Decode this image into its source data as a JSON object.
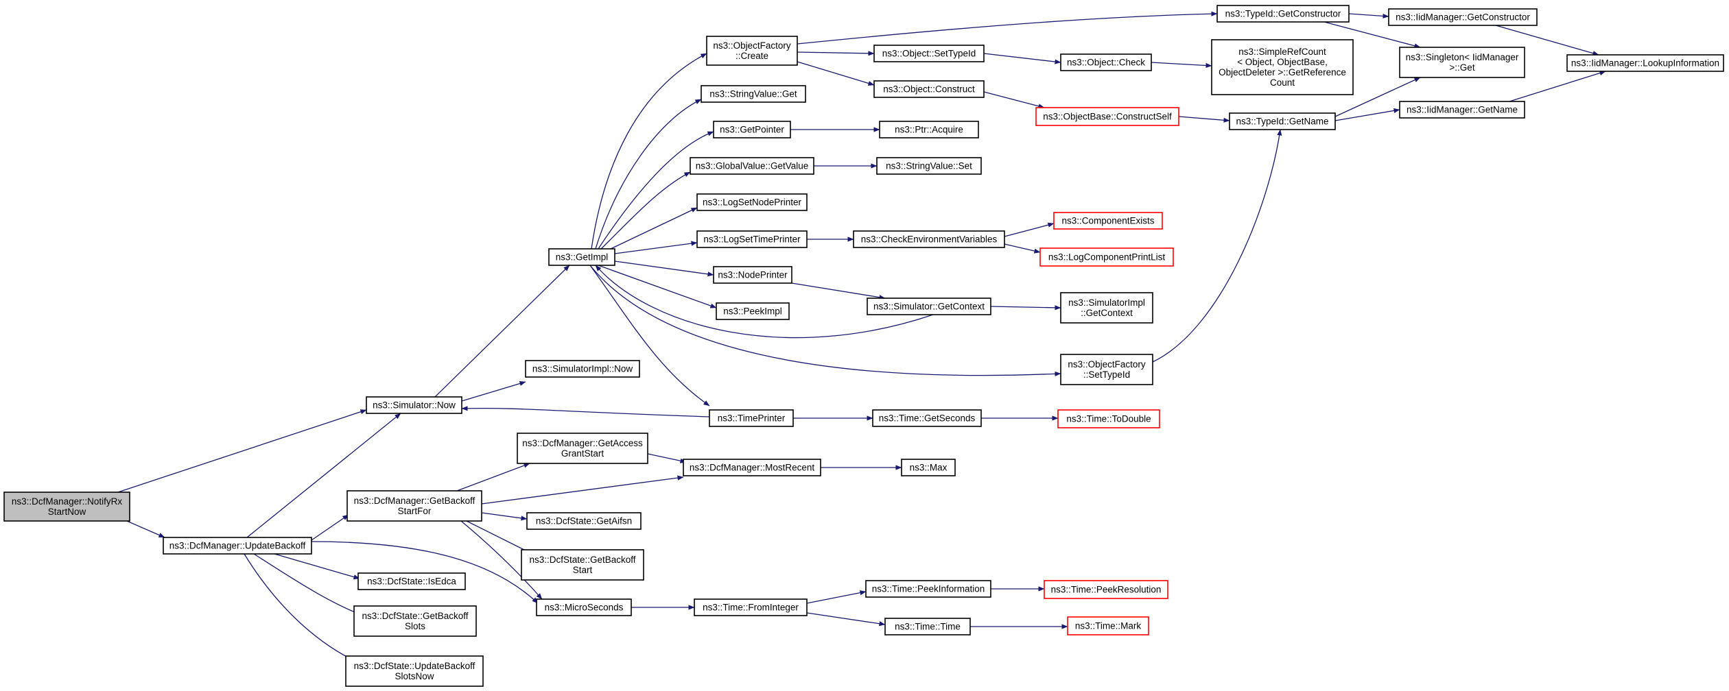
{
  "colors": {
    "edge": "#191970",
    "node_border": "#000000",
    "node_border_truncated": "#ff0000",
    "root_fill": "#bfbfbf",
    "node_fill": "#ffffff"
  },
  "nodes": [
    {
      "id": "notify",
      "lines": [
        "ns3::DcfManager::NotifyRx",
        "StartNow"
      ],
      "style": "root"
    },
    {
      "id": "update",
      "lines": [
        "ns3::DcfManager::UpdateBackoff"
      ],
      "style": "normal"
    },
    {
      "id": "simnow",
      "lines": [
        "ns3::Simulator::Now"
      ],
      "style": "normal"
    },
    {
      "id": "getimpl",
      "lines": [
        "ns3::GetImpl"
      ],
      "style": "normal"
    },
    {
      "id": "ofcreate",
      "lines": [
        "ns3::ObjectFactory",
        "::Create"
      ],
      "style": "normal"
    },
    {
      "id": "svget",
      "lines": [
        "ns3::StringValue::Get"
      ],
      "style": "normal"
    },
    {
      "id": "getptr",
      "lines": [
        "ns3::GetPointer"
      ],
      "style": "normal"
    },
    {
      "id": "gvget",
      "lines": [
        "ns3::GlobalValue::GetValue"
      ],
      "style": "normal"
    },
    {
      "id": "lognode",
      "lines": [
        "ns3::LogSetNodePrinter"
      ],
      "style": "normal"
    },
    {
      "id": "logtime",
      "lines": [
        "ns3::LogSetTimePrinter"
      ],
      "style": "normal"
    },
    {
      "id": "nodeprinter",
      "lines": [
        "ns3::NodePrinter"
      ],
      "style": "normal"
    },
    {
      "id": "peekimpl",
      "lines": [
        "ns3::PeekImpl"
      ],
      "style": "normal"
    },
    {
      "id": "timeprinter",
      "lines": [
        "ns3::TimePrinter"
      ],
      "style": "normal"
    },
    {
      "id": "settypeid",
      "lines": [
        "ns3::Object::SetTypeId"
      ],
      "style": "normal"
    },
    {
      "id": "construct",
      "lines": [
        "ns3::Object::Construct"
      ],
      "style": "normal"
    },
    {
      "id": "ptracq",
      "lines": [
        "ns3::Ptr::Acquire"
      ],
      "style": "normal"
    },
    {
      "id": "svset",
      "lines": [
        "ns3::StringValue::Set"
      ],
      "style": "normal"
    },
    {
      "id": "checkenv",
      "lines": [
        "ns3::CheckEnvironmentVariables"
      ],
      "style": "normal"
    },
    {
      "id": "simgetctx",
      "lines": [
        "ns3::Simulator::GetContext"
      ],
      "style": "normal"
    },
    {
      "id": "objcheck",
      "lines": [
        "ns3::Object::Check"
      ],
      "style": "normal"
    },
    {
      "id": "cbself",
      "lines": [
        "ns3::ObjectBase::ConstructSelf"
      ],
      "style": "truncated"
    },
    {
      "id": "compexists",
      "lines": [
        "ns3::ComponentExists"
      ],
      "style": "truncated"
    },
    {
      "id": "logcomplist",
      "lines": [
        "ns3::LogComponentPrintList"
      ],
      "style": "truncated"
    },
    {
      "id": "simimplctx",
      "lines": [
        "ns3::SimulatorImpl",
        "::GetContext"
      ],
      "style": "normal"
    },
    {
      "id": "ofsettypeid",
      "lines": [
        "ns3::ObjectFactory",
        "::SetTypeId"
      ],
      "style": "normal"
    },
    {
      "id": "simimplnow",
      "lines": [
        "ns3::SimulatorImpl::Now"
      ],
      "style": "normal"
    },
    {
      "id": "timegetsec",
      "lines": [
        "ns3::Time::GetSeconds"
      ],
      "style": "normal"
    },
    {
      "id": "timetodouble",
      "lines": [
        "ns3::Time::ToDouble"
      ],
      "style": "truncated"
    },
    {
      "id": "typeidgetctor",
      "lines": [
        "ns3::TypeId::GetConstructor"
      ],
      "style": "normal"
    },
    {
      "id": "typeidgetname",
      "lines": [
        "ns3::TypeId::GetName"
      ],
      "style": "normal"
    },
    {
      "id": "simplerefcount",
      "lines": [
        "ns3::SimpleRefCount",
        "< Object, ObjectBase,",
        "ObjectDeleter >::GetReference",
        "Count"
      ],
      "style": "normal"
    },
    {
      "id": "iidgetctor",
      "lines": [
        "ns3::IidManager::GetConstructor"
      ],
      "style": "normal"
    },
    {
      "id": "singleton",
      "lines": [
        "ns3::Singleton< IidManager",
        ">::Get"
      ],
      "style": "normal"
    },
    {
      "id": "iidgetname",
      "lines": [
        "ns3::IidManager::GetName"
      ],
      "style": "normal"
    },
    {
      "id": "iidlookup",
      "lines": [
        "ns3::IidManager::LookupInformation"
      ],
      "style": "normal"
    },
    {
      "id": "getaccess",
      "lines": [
        "ns3::DcfManager::GetAccess",
        "GrantStart"
      ],
      "style": "normal"
    },
    {
      "id": "mostrecent",
      "lines": [
        "ns3::DcfManager::MostRecent"
      ],
      "style": "normal"
    },
    {
      "id": "max",
      "lines": [
        "ns3::Max"
      ],
      "style": "normal"
    },
    {
      "id": "getbackoffstart",
      "lines": [
        "ns3::DcfManager::GetBackoff",
        "StartFor"
      ],
      "style": "normal"
    },
    {
      "id": "getaifsn",
      "lines": [
        "ns3::DcfState::GetAifsn"
      ],
      "style": "normal"
    },
    {
      "id": "dsgetbackoffstart",
      "lines": [
        "ns3::DcfState::GetBackoff",
        "Start"
      ],
      "style": "normal"
    },
    {
      "id": "isedca",
      "lines": [
        "ns3::DcfState::IsEdca"
      ],
      "style": "normal"
    },
    {
      "id": "getbackoffslots",
      "lines": [
        "ns3::DcfState::GetBackoff",
        "Slots"
      ],
      "style": "normal"
    },
    {
      "id": "updatebackoffslots",
      "lines": [
        "ns3::DcfState::UpdateBackoff",
        "SlotsNow"
      ],
      "style": "normal"
    },
    {
      "id": "microseconds",
      "lines": [
        "ns3::MicroSeconds"
      ],
      "style": "normal"
    },
    {
      "id": "fromint",
      "lines": [
        "ns3::Time::FromInteger"
      ],
      "style": "normal"
    },
    {
      "id": "peekinfo",
      "lines": [
        "ns3::Time::PeekInformation"
      ],
      "style": "normal"
    },
    {
      "id": "peekres",
      "lines": [
        "ns3::Time::PeekResolution"
      ],
      "style": "truncated"
    },
    {
      "id": "timetime",
      "lines": [
        "ns3::Time::Time"
      ],
      "style": "normal"
    },
    {
      "id": "timemark",
      "lines": [
        "ns3::Time::Mark"
      ],
      "style": "truncated"
    }
  ],
  "edges": [
    {
      "from": "notify",
      "to": "simnow"
    },
    {
      "from": "notify",
      "to": "update"
    },
    {
      "from": "update",
      "to": "simnow"
    },
    {
      "from": "update",
      "to": "getbackoffstart"
    },
    {
      "from": "update",
      "to": "isedca"
    },
    {
      "from": "update",
      "to": "getbackoffslots"
    },
    {
      "from": "update",
      "to": "updatebackoffslots"
    },
    {
      "from": "update",
      "to": "microseconds"
    },
    {
      "from": "simnow",
      "to": "getimpl"
    },
    {
      "from": "simnow",
      "to": "simimplnow"
    },
    {
      "from": "getimpl",
      "to": "ofcreate"
    },
    {
      "from": "getimpl",
      "to": "svget"
    },
    {
      "from": "getimpl",
      "to": "getptr"
    },
    {
      "from": "getimpl",
      "to": "gvget"
    },
    {
      "from": "getimpl",
      "to": "lognode"
    },
    {
      "from": "getimpl",
      "to": "logtime"
    },
    {
      "from": "getimpl",
      "to": "nodeprinter"
    },
    {
      "from": "getimpl",
      "to": "peekimpl"
    },
    {
      "from": "getimpl",
      "to": "timeprinter"
    },
    {
      "from": "getimpl",
      "to": "ofsettypeid"
    },
    {
      "from": "ofcreate",
      "to": "typeidgetctor"
    },
    {
      "from": "ofcreate",
      "to": "settypeid"
    },
    {
      "from": "ofcreate",
      "to": "construct"
    },
    {
      "from": "getptr",
      "to": "ptracq"
    },
    {
      "from": "gvget",
      "to": "svset"
    },
    {
      "from": "logtime",
      "to": "checkenv"
    },
    {
      "from": "nodeprinter",
      "to": "simgetctx"
    },
    {
      "from": "timeprinter",
      "to": "simnow"
    },
    {
      "from": "timeprinter",
      "to": "timegetsec"
    },
    {
      "from": "settypeid",
      "to": "objcheck"
    },
    {
      "from": "construct",
      "to": "cbself"
    },
    {
      "from": "objcheck",
      "to": "simplerefcount"
    },
    {
      "from": "cbself",
      "to": "typeidgetname"
    },
    {
      "from": "checkenv",
      "to": "compexists"
    },
    {
      "from": "checkenv",
      "to": "logcomplist"
    },
    {
      "from": "simgetctx",
      "to": "getimpl"
    },
    {
      "from": "simgetctx",
      "to": "simimplctx"
    },
    {
      "from": "ofsettypeid",
      "to": "typeidgetname"
    },
    {
      "from": "timegetsec",
      "to": "timetodouble"
    },
    {
      "from": "typeidgetctor",
      "to": "iidgetctor"
    },
    {
      "from": "typeidgetctor",
      "to": "singleton"
    },
    {
      "from": "typeidgetname",
      "to": "singleton"
    },
    {
      "from": "typeidgetname",
      "to": "iidgetname"
    },
    {
      "from": "iidgetctor",
      "to": "iidlookup"
    },
    {
      "from": "iidgetname",
      "to": "iidlookup"
    },
    {
      "from": "getbackoffstart",
      "to": "getaccess"
    },
    {
      "from": "getbackoffstart",
      "to": "mostrecent"
    },
    {
      "from": "getbackoffstart",
      "to": "getaifsn"
    },
    {
      "from": "getbackoffstart",
      "to": "dsgetbackoffstart"
    },
    {
      "from": "getbackoffstart",
      "to": "microseconds"
    },
    {
      "from": "getaccess",
      "to": "mostrecent"
    },
    {
      "from": "mostrecent",
      "to": "max"
    },
    {
      "from": "microseconds",
      "to": "fromint"
    },
    {
      "from": "fromint",
      "to": "peekinfo"
    },
    {
      "from": "fromint",
      "to": "timetime"
    },
    {
      "from": "peekinfo",
      "to": "peekres"
    },
    {
      "from": "timetime",
      "to": "timemark"
    }
  ]
}
